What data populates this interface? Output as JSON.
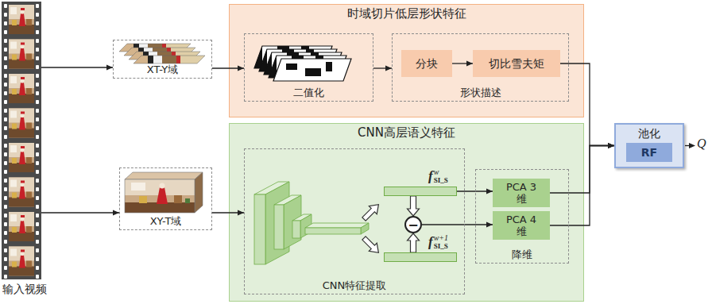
{
  "diagram": {
    "nodes": [
      {
        "text": [
          "输入视频"
        ]
      },
      {
        "text": [
          "XT-Y域"
        ]
      },
      {
        "text": [
          "XY-T域"
        ]
      },
      {
        "text": [
          "时域切片低层形状特征"
        ]
      },
      {
        "text": [
          "二值化"
        ],
        "in": 3
      },
      {
        "text": [
          "形状描述"
        ],
        "in": 3
      },
      {
        "text": [
          "分块"
        ],
        "in": 5
      },
      {
        "text": [
          "切比雪夫矩"
        ],
        "in": 5
      },
      {
        "text": [
          "CNN高层语义特征"
        ]
      },
      {
        "text": [
          "CNN特征提取"
        ],
        "in": 8
      },
      {
        "text": [
          "f",
          "SI_S",
          "w"
        ],
        "in": 9
      },
      {
        "text": [
          "f",
          "SI_S",
          "w+1"
        ],
        "in": 9
      },
      {
        "text": [
          "−"
        ],
        "in": 9
      },
      {
        "text": [
          "降维"
        ],
        "in": 8
      },
      {
        "text": [
          "PCA 3维"
        ],
        "in": 13
      },
      {
        "text": [
          "PCA 4维"
        ],
        "in": 13
      },
      {
        "text": [
          "池化"
        ]
      },
      {
        "text": [
          "RF"
        ],
        "in": 16
      }
    ],
    "edges": [
      {
        "from": 0,
        "to": 1,
        "arrow": "to"
      },
      {
        "from": 0,
        "to": 2,
        "arrow": "to"
      },
      {
        "from": 1,
        "to": 4,
        "arrow": "to"
      },
      {
        "from": 4,
        "to": 5,
        "arrow": "to"
      },
      {
        "from": 6,
        "to": 7,
        "arrow": "to"
      },
      {
        "from": 7,
        "to": 16,
        "arrow": "to"
      },
      {
        "from": 2,
        "to": 9,
        "arrow": "to"
      },
      {
        "from": 10,
        "to": 12,
        "arrow": "to"
      },
      {
        "from": 11,
        "to": 12,
        "arrow": "to"
      },
      {
        "from": 10,
        "to": 14,
        "arrow": "to"
      },
      {
        "from": 12,
        "to": 15,
        "arrow": "to"
      },
      {
        "from": 14,
        "to": 16,
        "arrow": "to"
      },
      {
        "from": 15,
        "to": 16,
        "arrow": "to"
      }
    ],
    "labels": [
      "Q"
    ]
  }
}
